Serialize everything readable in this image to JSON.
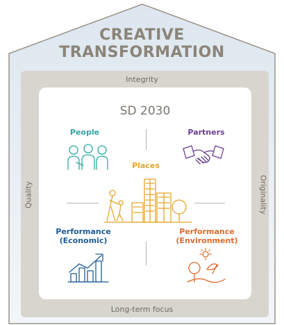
{
  "title": {
    "line1": "CREATIVE",
    "line2": "TRANSFORMATION"
  },
  "frame": {
    "top": "Integrity",
    "bottom": "Long-term focus",
    "left": "Quality",
    "right": "Originality"
  },
  "center": {
    "title": "SD 2030",
    "places": "Places"
  },
  "quadrants": {
    "people": "People",
    "partners": "Partners",
    "performance_econ_line1": "Performance",
    "performance_econ_line2": "(Economic)",
    "performance_env_line1": "Performance",
    "performance_env_line2": "(Environment)"
  },
  "colors": {
    "house_fill": "#e7edf4",
    "house_stroke": "#9a9288",
    "frame": "#d8d5cf",
    "title": "#8b8478",
    "people": "#2aa9a3",
    "partners": "#6a3f95",
    "places": "#e6a52a",
    "econ": "#1d5c95",
    "env": "#e06a2a"
  },
  "icons": [
    "people-icon",
    "handshake-icon",
    "city-family-icon",
    "growth-chart-icon",
    "nature-sun-icon"
  ]
}
